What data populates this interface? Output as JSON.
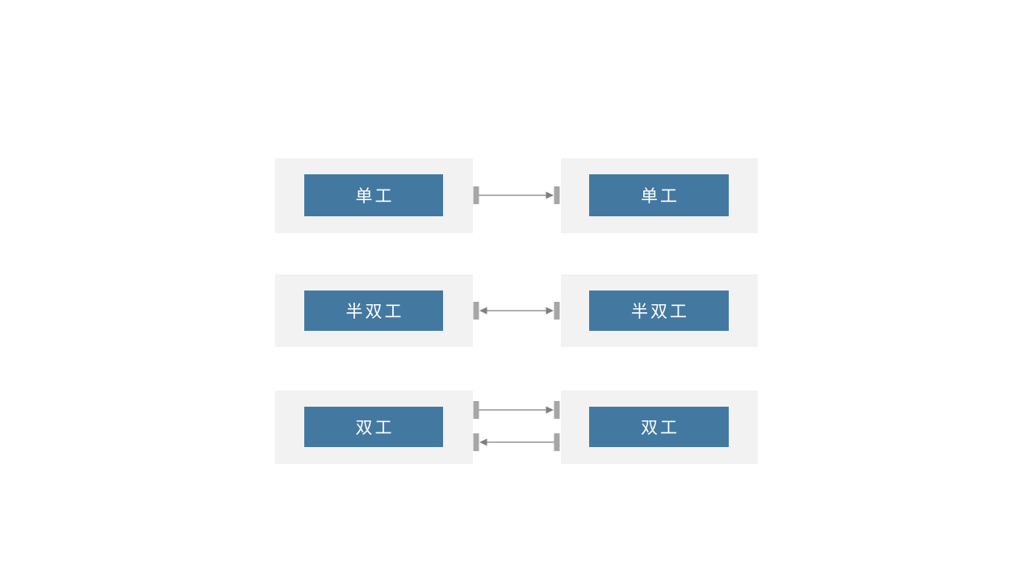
{
  "colors": {
    "canvas_bg": "#ffffff",
    "panel_bg": "#f2f2f2",
    "box_bg": "#4379a1",
    "box_text": "#ffffff",
    "connector_bar": "#a6a6a6",
    "connector_line": "#7f7f7f"
  },
  "rows": [
    {
      "mode": "simplex",
      "left_label": "单工",
      "right_label": "单工",
      "connection": "one-way-arrow-left-to-right"
    },
    {
      "mode": "half-duplex",
      "left_label": "半双工",
      "right_label": "半双工",
      "connection": "single-double-headed-arrow"
    },
    {
      "mode": "full-duplex",
      "left_label": "双工",
      "right_label": "双工",
      "connection": "two-arrows-opposite-directions"
    }
  ]
}
